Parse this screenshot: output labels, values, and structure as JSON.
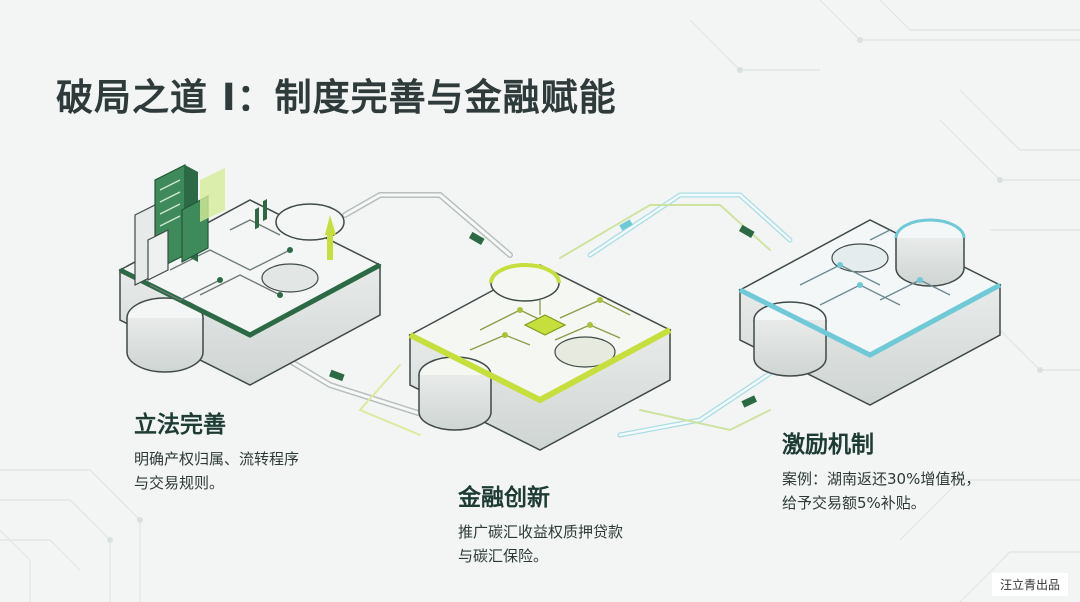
{
  "title": "破局之道 I：制度完善与金融赋能",
  "blocks": [
    {
      "heading": "立法完善",
      "desc_line1": "明确产权归属、流转程序",
      "desc_line2": "与交易规则。"
    },
    {
      "heading": "金融创新",
      "desc_line1": "推广碳汇收益权质押贷款",
      "desc_line2": "与碳汇保险。"
    },
    {
      "heading": "激励机制",
      "desc_line1": "案例：湖南返还30%增值税，",
      "desc_line2": "给予交易额5%补贴。"
    }
  ],
  "credit": "汪立青出品",
  "colors": {
    "dark_green": "#2c6a45",
    "lime": "#c6df3c",
    "teal": "#6fc9d6",
    "background": "#f3f5f4"
  }
}
